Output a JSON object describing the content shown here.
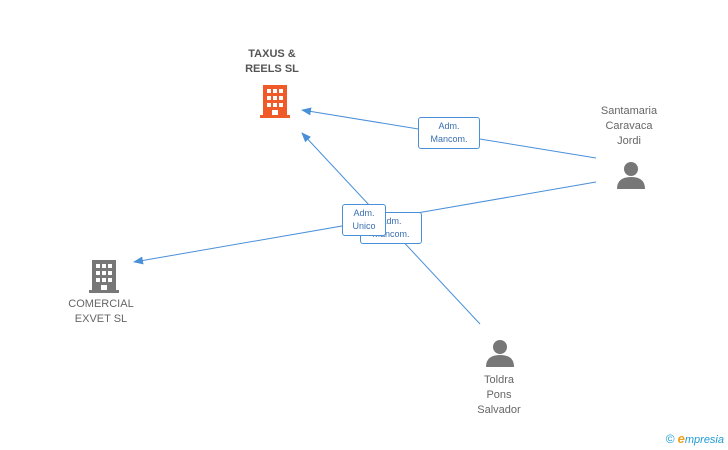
{
  "colors": {
    "edge": "#4a90d9",
    "main_company": "#f05a28",
    "company": "#777777",
    "person": "#777777"
  },
  "nodes": {
    "taxus": {
      "label": "TAXUS &\nREELS SL",
      "type": "company-main",
      "icon": "building-icon"
    },
    "comercial": {
      "label": "COMERCIAL\nEXVET SL",
      "type": "company",
      "icon": "building-icon"
    },
    "santamaria": {
      "label": "Santamaria\nCaravaca\nJordi",
      "type": "person",
      "icon": "person-icon"
    },
    "toldra": {
      "label": "Toldra\nPons\nSalvador",
      "type": "person",
      "icon": "person-icon"
    }
  },
  "edges": {
    "santamaria_taxus": {
      "label": "Adm.\nMancom."
    },
    "santamaria_comercial": {
      "label": "Adm.\nMancom."
    },
    "toldra_taxus": {
      "label": "Adm.\nUnico"
    }
  },
  "footer": {
    "copyright": "©",
    "brand_initial": "e",
    "brand_rest": "mpresia"
  }
}
